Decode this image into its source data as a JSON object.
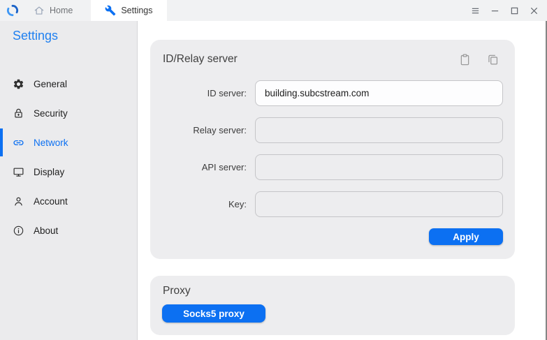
{
  "colors": {
    "accent": "#0c70f2",
    "sidebar_title_blue": "#2181f0",
    "card_bg": "#ededef",
    "tabbar_bg": "#f1f2f3"
  },
  "tabbar": {
    "tabs": [
      {
        "label": "Home",
        "icon": "home-icon",
        "active": false
      },
      {
        "label": "Settings",
        "icon": "wrench-icon",
        "active": true
      }
    ],
    "window_controls": [
      "menu-icon",
      "minimize-icon",
      "maximize-icon",
      "close-icon"
    ]
  },
  "sidebar": {
    "title": "Settings",
    "selected_item": "Network",
    "items": [
      {
        "label": "General",
        "icon": "gear-icon"
      },
      {
        "label": "Security",
        "icon": "lock-plus-icon"
      },
      {
        "label": "Network",
        "icon": "link-icon"
      },
      {
        "label": "Display",
        "icon": "monitor-icon"
      },
      {
        "label": "Account",
        "icon": "person-icon"
      },
      {
        "label": "About",
        "icon": "info-icon"
      }
    ]
  },
  "main": {
    "id_relay_card": {
      "title": "ID/Relay server",
      "header_icons": [
        "paste-icon",
        "copy-icon"
      ],
      "fields": [
        {
          "label": "ID server:",
          "value": "building.subcstream.com"
        },
        {
          "label": "Relay server:",
          "value": ""
        },
        {
          "label": "API server:",
          "value": ""
        },
        {
          "label": "Key:",
          "value": ""
        }
      ],
      "apply_label": "Apply"
    },
    "proxy_card": {
      "title": "Proxy",
      "socks5_label": "Socks5 proxy"
    }
  }
}
